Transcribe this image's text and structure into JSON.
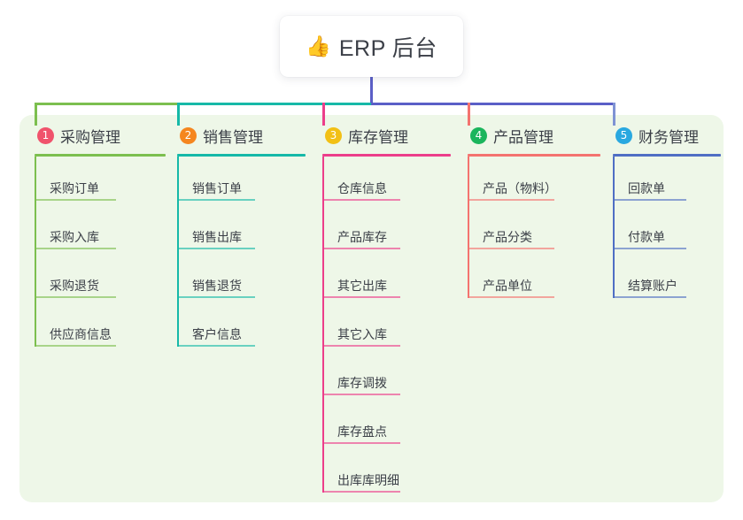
{
  "title": {
    "icon": "thumbs-up-icon",
    "icon_glyph": "👍",
    "text": "ERP 后台"
  },
  "colors": {
    "page_background": "#ffffff",
    "panel_background": "#eef7e8",
    "card_background": "#ffffff",
    "text": "#3b3f47",
    "stem_main": "#5b5fc7",
    "bus_left": "#7cbf4f",
    "bus_mid": "#16b9a8",
    "bus_right": "#5b5fc7"
  },
  "columns": [
    {
      "index": "1",
      "title": "采购管理",
      "badge_color": "#f0536c",
      "accent": "#7cbf4f",
      "stem_color": "#7cbf4f",
      "items": [
        "采购订单",
        "采购入库",
        "采购退货",
        "供应商信息"
      ]
    },
    {
      "index": "2",
      "title": "销售管理",
      "badge_color": "#f5861f",
      "accent": "#16b9a8",
      "stem_color": "#16b9a8",
      "items": [
        "销售订单",
        "销售出库",
        "销售退货",
        "客户信息"
      ]
    },
    {
      "index": "3",
      "title": "库存管理",
      "badge_color": "#f2c015",
      "accent": "#ec3e8a",
      "stem_color": "#ec3e8a",
      "items": [
        "仓库信息",
        "产品库存",
        "其它出库",
        "其它入库",
        "库存调拨",
        "库存盘点",
        "出库库明细"
      ]
    },
    {
      "index": "4",
      "title": "产品管理",
      "badge_color": "#1bb55c",
      "accent": "#f4736f",
      "stem_color": "#f4736f",
      "items": [
        "产品（物料）",
        "产品分类",
        "产品单位"
      ]
    },
    {
      "index": "5",
      "title": "财务管理",
      "badge_color": "#29a8e0",
      "accent": "#4f6fc4",
      "stem_color": "#7f93d4",
      "items": [
        "回款单",
        "付款单",
        "结算账户"
      ]
    }
  ]
}
